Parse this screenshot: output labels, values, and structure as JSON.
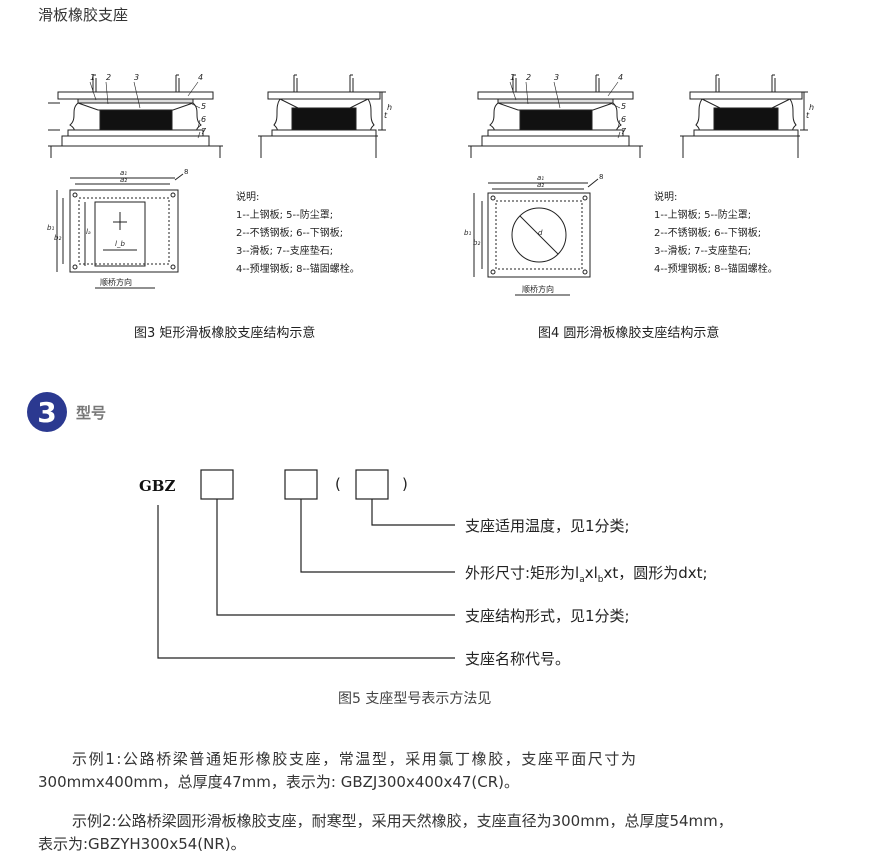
{
  "page": {
    "title": "滑板橡胶支座"
  },
  "figures": {
    "fig3": {
      "caption": "图3  矩形滑板橡胶支座结构示意",
      "callouts": [
        "1",
        "2",
        "3",
        "4",
        "5",
        "6",
        "7",
        "8"
      ],
      "dims": {
        "a1": "a₁",
        "a2": "a₂",
        "b1": "b₁",
        "b2": "b₂",
        "la": "lₐ",
        "lb": "l_b",
        "t": "t",
        "h": "h"
      },
      "direction": "顺桥方向"
    },
    "fig4": {
      "caption": "图4  圆形滑板橡胶支座结构示意",
      "callouts": [
        "1",
        "2",
        "3",
        "4",
        "5",
        "6",
        "7",
        "8"
      ],
      "dims": {
        "a1": "a₁",
        "a2": "a₂",
        "b1": "b₁",
        "b2": "b₂",
        "d": "d",
        "t": "t",
        "h": "h"
      },
      "direction": "顺桥方向"
    }
  },
  "legend": {
    "title": "说明:",
    "lines": [
      "1--上钢板; 5--防尘罩;",
      "2--不锈钢板; 6--下钢板;",
      "3--滑板; 7--支座垫石;",
      "4--预埋钢板; 8--锚固螺栓。"
    ]
  },
  "section": {
    "number": "3",
    "title": "型号"
  },
  "model_code": {
    "prefix": "GBZ",
    "paren_open": "(",
    "paren_close": ")",
    "desc_temp": "支座适用温度，见1分类;",
    "desc_size_pre": "外形尺寸:矩形为l",
    "desc_size_a": "a",
    "desc_size_x": "xl",
    "desc_size_b": "b",
    "desc_size_post": "xt，圆形为dxt;",
    "desc_struct": "支座结构形式，见1分类;",
    "desc_name": "支座名称代号。",
    "caption": "图5  支座型号表示方法见"
  },
  "examples": {
    "ex1_line1": "示例1:公路桥梁普通矩形橡胶支座，常温型，采用氯丁橡胶，支座平面尺寸为",
    "ex1_line2": "300mmx400mm，总厚度47mm，表示为: GBZJ300x400x47(CR)。",
    "ex2_line1": "示例2:公路桥梁圆形滑板橡胶支座，耐寒型，采用天然橡胶，支座直径为300mm，总厚度54mm，",
    "ex2_line2": "表示为:GBZYH300x54(NR)。"
  },
  "colors": {
    "badge": "#2b3990",
    "line": "#222222"
  }
}
